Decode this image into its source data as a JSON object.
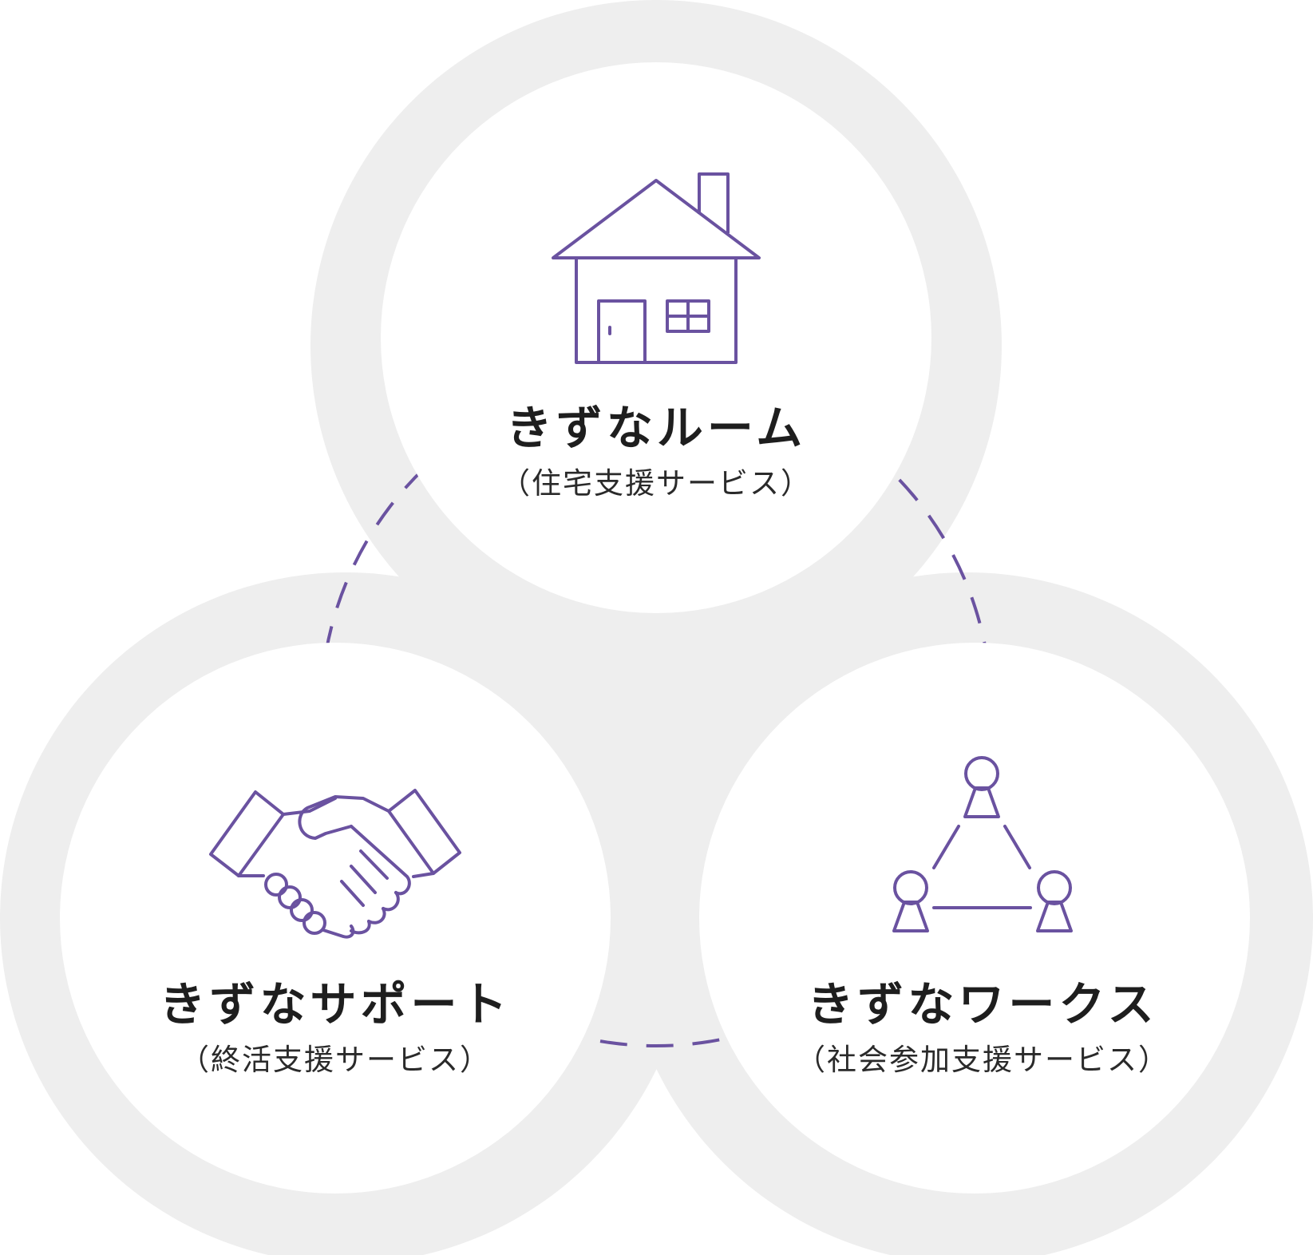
{
  "services": [
    {
      "id": "room",
      "title": "きずなルーム",
      "subtitle": "（住宅支援サービス）",
      "icon": "house-icon"
    },
    {
      "id": "support",
      "title": "きずなサポート",
      "subtitle": "（終活支援サービス）",
      "icon": "handshake-icon"
    },
    {
      "id": "works",
      "title": "きずなワークス",
      "subtitle": "（社会参加支援サービス）",
      "icon": "network-people-icon"
    }
  ],
  "colors": {
    "accent": "#6a52a0",
    "background_shape": "#eeeeee",
    "circle_fill": "#ffffff",
    "text": "#1e1e1e"
  }
}
